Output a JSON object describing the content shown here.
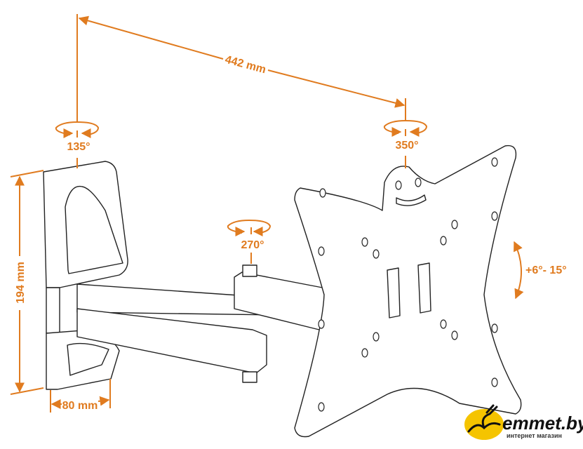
{
  "title": "Swivel TV wall mount dimensions diagram",
  "dimensions": {
    "arm_length": "442 mm",
    "wall_plate_height": "194 mm",
    "wall_plate_depth": "80 mm"
  },
  "rotations": {
    "wall_pivot": "135°",
    "plate_pivot": "350°",
    "middle_pivot": "270°",
    "tilt": "+6°- 15°"
  },
  "colors": {
    "accent": "#e07b1f",
    "line": "#222222",
    "logo_yellow": "#f5c400"
  },
  "logo": {
    "name": "emmet.by",
    "tagline": "интернет магазин"
  }
}
